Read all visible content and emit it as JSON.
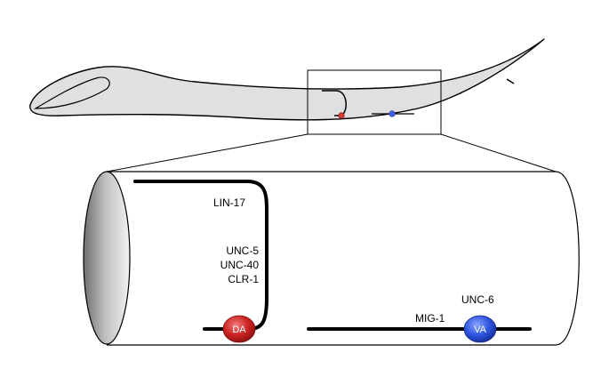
{
  "labels": {
    "lin17": "LIN-17",
    "unc5": "UNC-5",
    "unc40": "UNC-40",
    "clr1": "CLR-1",
    "unc6": "UNC-6",
    "mig1": "MIG-1"
  },
  "cells": {
    "da": {
      "label": "DA",
      "color": "#cc2222"
    },
    "va": {
      "label": "VA",
      "color": "#2244cc"
    }
  },
  "colors": {
    "worm_fill": "#e0e0e0",
    "outline": "#000000"
  }
}
